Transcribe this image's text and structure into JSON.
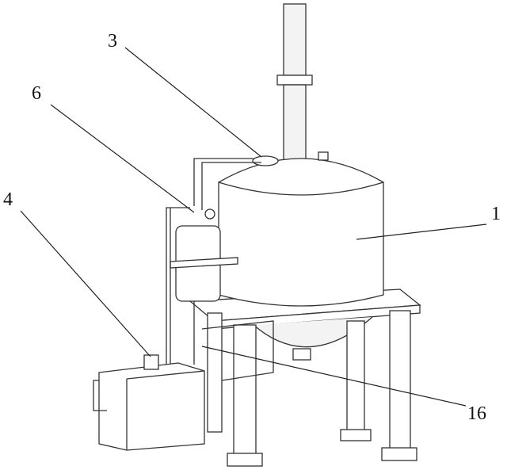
{
  "figure": {
    "labels": {
      "tank": "1",
      "top_valve": "3",
      "pump": "4",
      "filter": "6",
      "pipe": "16"
    }
  }
}
